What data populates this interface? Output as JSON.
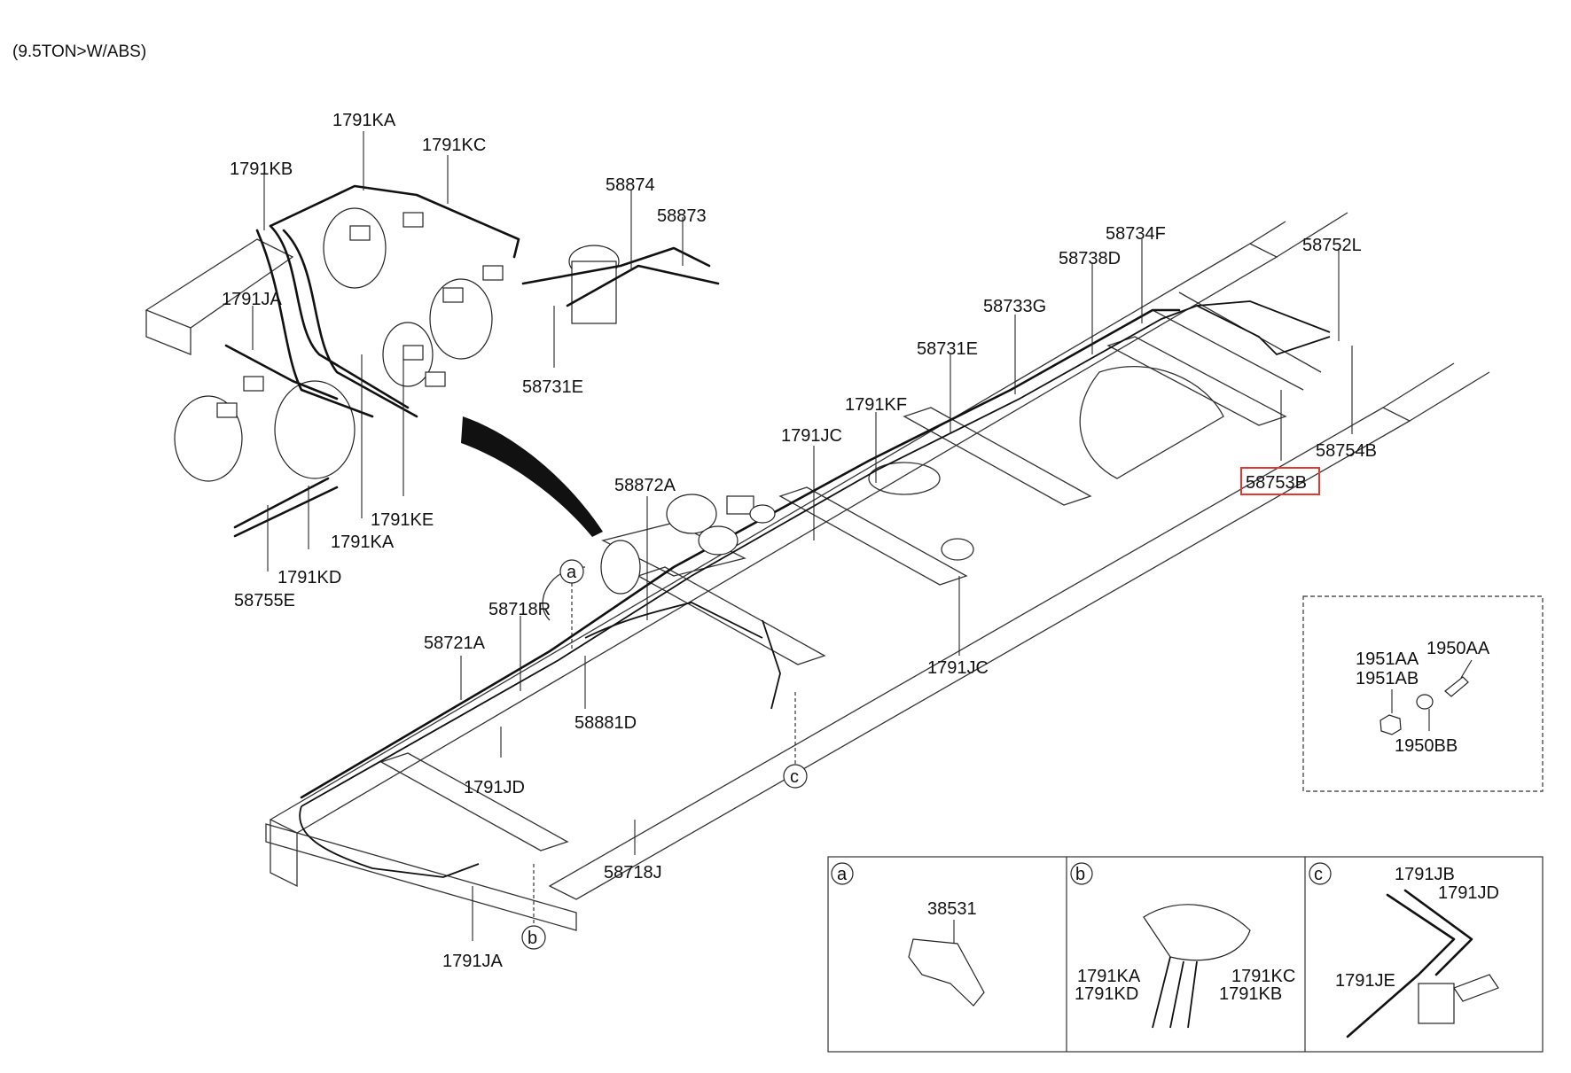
{
  "header": {
    "text": "(9.5TON>W/ABS)"
  },
  "callouts": {
    "kA_top": "1791KA",
    "kC_top": "1791KC",
    "kB_top": "1791KB",
    "p58874": "58874",
    "p58873": "58873",
    "jA_top": "1791JA",
    "p58731E_left": "58731E",
    "kE": "1791KE",
    "kA_bottom": "1791KA",
    "kD": "1791KD",
    "p58755E": "58755E",
    "p58734F": "58734F",
    "p58738D": "58738D",
    "p58752L": "58752L",
    "p58733G": "58733G",
    "p58731E_mid": "58731E",
    "kF": "1791KF",
    "jC_top": "1791JC",
    "p58754B": "58754B",
    "p58753B": "58753B",
    "p58872A": "58872A",
    "p58718R": "58718R",
    "p58721A": "58721A",
    "p58881D": "58881D",
    "jC_bottom": "1791JC",
    "jD": "1791JD",
    "p58718J": "58718J",
    "jA_bottom": "1791JA",
    "c1951AA": "1951AA",
    "c1951AB": "1951AB",
    "c1950AA": "1950AA",
    "c1950BB": "1950BB"
  },
  "markers": {
    "a": "a",
    "b": "b",
    "c": "c"
  },
  "details": {
    "a": {
      "letter": "a",
      "part": "38531"
    },
    "b": {
      "letter": "b",
      "kA": "1791KA",
      "kC": "1791KC",
      "kD": "1791KD",
      "kB": "1791KB"
    },
    "c": {
      "letter": "c",
      "jB": "1791JB",
      "jD": "1791JD",
      "jE": "1791JE"
    }
  },
  "highlight": {
    "part": "58753B",
    "color": "#e8362f"
  }
}
